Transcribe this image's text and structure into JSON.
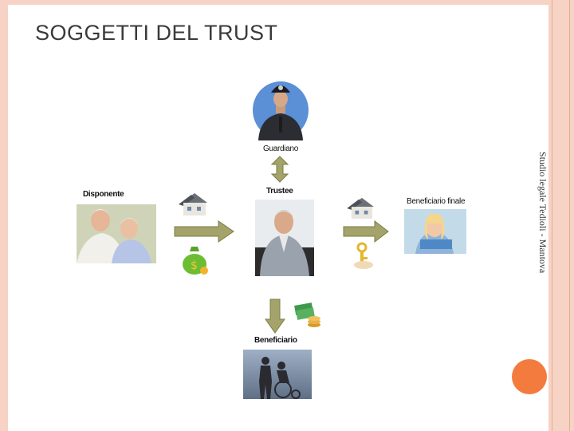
{
  "title": "SOGGETTI DEL TRUST",
  "side_note": "Studio legale Tedioli - Mantova",
  "nodes": {
    "guardian": "Guardiano",
    "trustee": "Trustee",
    "settlor": "Disponente",
    "final_beneficiary": "Beneficiario finale",
    "beneficiary": "Beneficiario"
  },
  "colors": {
    "frame": "#f6d3c4",
    "accent_circle": "#f47b3e",
    "arrow_fill": "#9b9b5a"
  }
}
